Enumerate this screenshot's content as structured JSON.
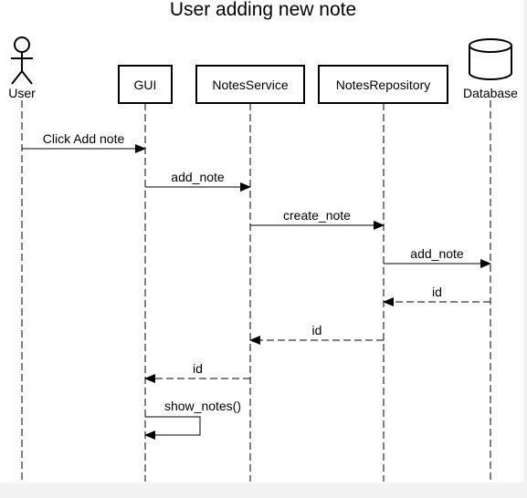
{
  "diagram": {
    "title": "User adding new note",
    "participants": [
      {
        "id": "user",
        "label": "User",
        "kind": "actor"
      },
      {
        "id": "gui",
        "label": "GUI",
        "kind": "box"
      },
      {
        "id": "notes_service",
        "label": "NotesService",
        "kind": "box"
      },
      {
        "id": "notes_repository",
        "label": "NotesRepository",
        "kind": "box"
      },
      {
        "id": "database",
        "label": "Database",
        "kind": "database"
      }
    ],
    "messages": [
      {
        "from": "user",
        "to": "gui",
        "label": "Click Add note",
        "style": "solid"
      },
      {
        "from": "gui",
        "to": "notes_service",
        "label": "add_note",
        "style": "solid"
      },
      {
        "from": "notes_service",
        "to": "notes_repository",
        "label": "create_note",
        "style": "solid"
      },
      {
        "from": "notes_repository",
        "to": "database",
        "label": "add_note",
        "style": "solid"
      },
      {
        "from": "database",
        "to": "notes_repository",
        "label": "id",
        "style": "dashed"
      },
      {
        "from": "notes_repository",
        "to": "notes_service",
        "label": "id",
        "style": "dashed"
      },
      {
        "from": "notes_service",
        "to": "gui",
        "label": "id",
        "style": "dashed"
      },
      {
        "from": "gui",
        "to": "gui",
        "label": "show_notes()",
        "style": "solid",
        "self": true
      }
    ]
  }
}
